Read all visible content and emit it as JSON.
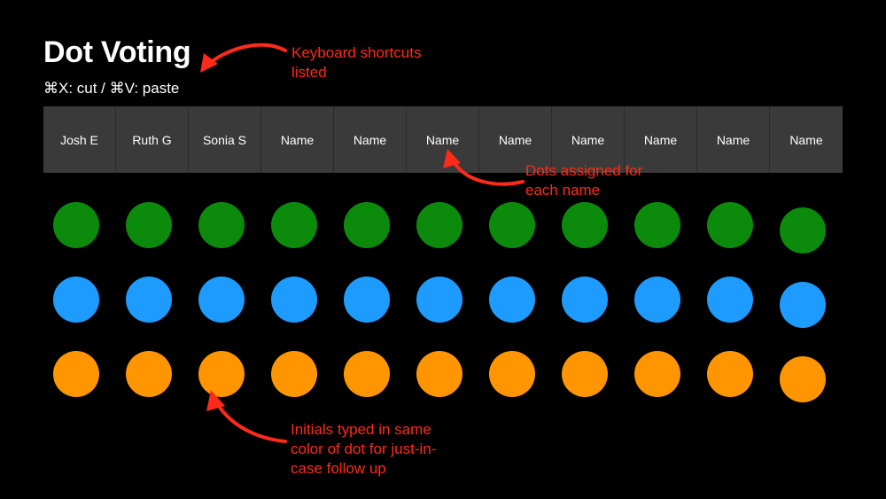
{
  "slide": {
    "title": "Dot Voting",
    "subtitle": "⌘X: cut / ⌘V: paste"
  },
  "table": {
    "headers": [
      "Josh E",
      "Ruth G",
      "Sonia S",
      "Name",
      "Name",
      "Name",
      "Name",
      "Name",
      "Name",
      "Name",
      "Name"
    ]
  },
  "dots": {
    "rows": [
      {
        "name": "green-row",
        "color": "#0b8a0b",
        "count": 11
      },
      {
        "name": "blue-row",
        "color": "#1e9bff",
        "count": 11
      },
      {
        "name": "orange-row",
        "color": "#ff9500",
        "count": 11
      }
    ]
  },
  "annotations": {
    "keyboard": "Keyboard shortcuts listed",
    "dots_assigned": "Dots assigned for each name",
    "initials": "Initials typed in same color of dot for just-in-case follow up",
    "color": "#ff2a1a"
  }
}
